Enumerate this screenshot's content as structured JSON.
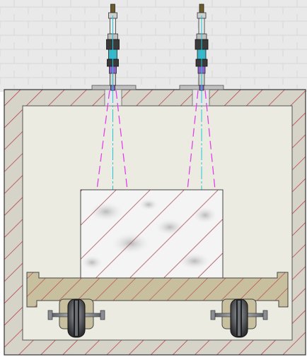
{
  "diagram": {
    "type": "cross-section",
    "components": [
      {
        "id": "chamber-wall",
        "icon": "hatched-wall"
      },
      {
        "id": "nozzle-left",
        "icon": "spray-nozzle"
      },
      {
        "id": "nozzle-right",
        "icon": "spray-nozzle"
      },
      {
        "id": "workpiece",
        "icon": "hatched-block"
      },
      {
        "id": "carriage",
        "icon": "cart"
      },
      {
        "id": "wheel-left",
        "icon": "wheel"
      },
      {
        "id": "wheel-right",
        "icon": "wheel"
      }
    ],
    "colors": {
      "wall_fill": "#d6d3c9",
      "wall_hatch": "#b5333a",
      "chamber_fill": "#ecebe1",
      "spray_cone": "#e040e8",
      "spray_axis": "#1ec8d8",
      "carriage_fill": "#c8bf9e",
      "steel_dark": "#3a3a3a",
      "steel_mid": "#8a8d92",
      "nozzle_accent": "#3bb6c9",
      "nozzle_purple": "#8c63c9"
    }
  }
}
